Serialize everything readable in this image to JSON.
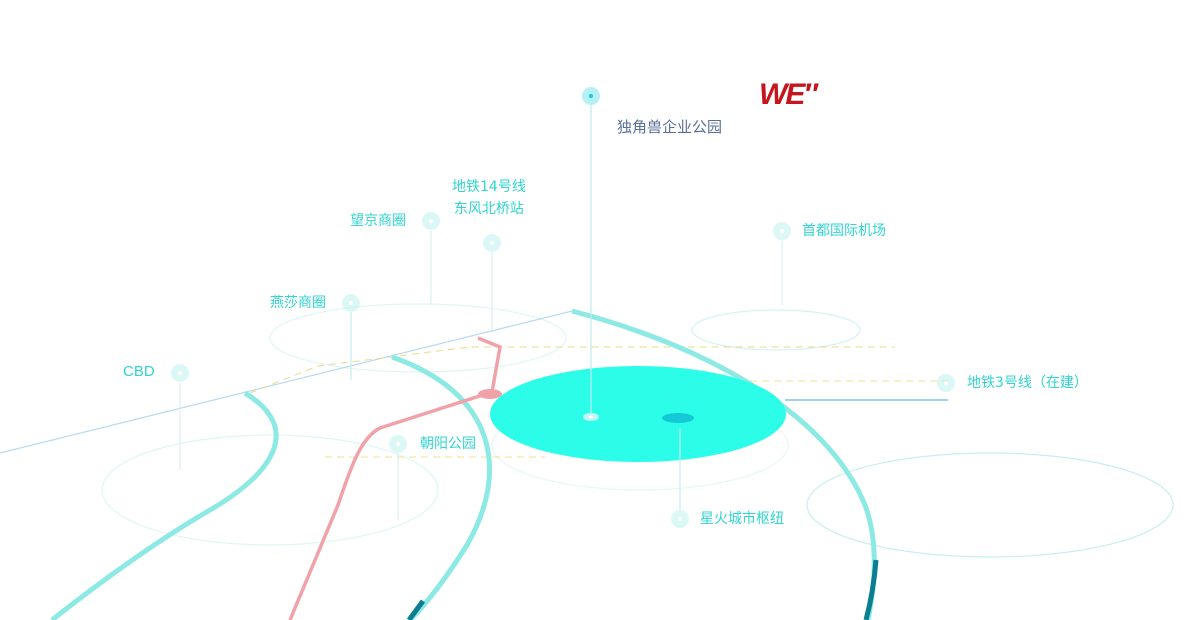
{
  "logo": {
    "text": "WE″",
    "color": "#c4161c"
  },
  "headquarters": {
    "name": "独角兽企业公园"
  },
  "landmarks": {
    "cbd": "CBD",
    "yansha": "燕莎商圈",
    "wangjing": "望京商圈",
    "subway14_line1": "地铁14号线",
    "subway14_line2": "东风北桥站",
    "airport": "首都国际机场",
    "subway3": "地铁3号线（在建）",
    "chaoyang_park": "朝阳公园",
    "xinghuo": "星火城市枢纽"
  },
  "colors": {
    "accent": "#2fd5cf",
    "hub_disc": "#2cfde8",
    "road": "#8ce9e4",
    "subway_line": "#f0a2a8",
    "boundary": "#b7daf0",
    "hq_text": "#5a6f9a"
  }
}
